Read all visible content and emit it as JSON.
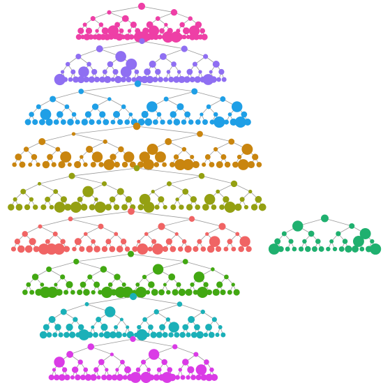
{
  "diagram": {
    "type": "tree-forest",
    "background": "#ffffff",
    "edge_color": "#9a9a9a",
    "trees": [
      {
        "id": "pink",
        "color": "#ee3fa6",
        "depth": 5
      },
      {
        "id": "purple",
        "color": "#8f6ff2",
        "depth": 5
      },
      {
        "id": "blue",
        "color": "#1f9fe6",
        "depth": 5
      },
      {
        "id": "orange",
        "color": "#c9850f",
        "depth": 5
      },
      {
        "id": "olive",
        "color": "#94a012",
        "depth": 5
      },
      {
        "id": "salmon",
        "color": "#f06464",
        "depth": 5
      },
      {
        "id": "teal",
        "color": "#1fb06f",
        "depth": 4
      },
      {
        "id": "green",
        "color": "#42a812",
        "depth": 5
      },
      {
        "id": "cyan",
        "color": "#1bb0b8",
        "depth": 5
      },
      {
        "id": "magenta",
        "color": "#da3be6",
        "depth": 5
      }
    ]
  }
}
